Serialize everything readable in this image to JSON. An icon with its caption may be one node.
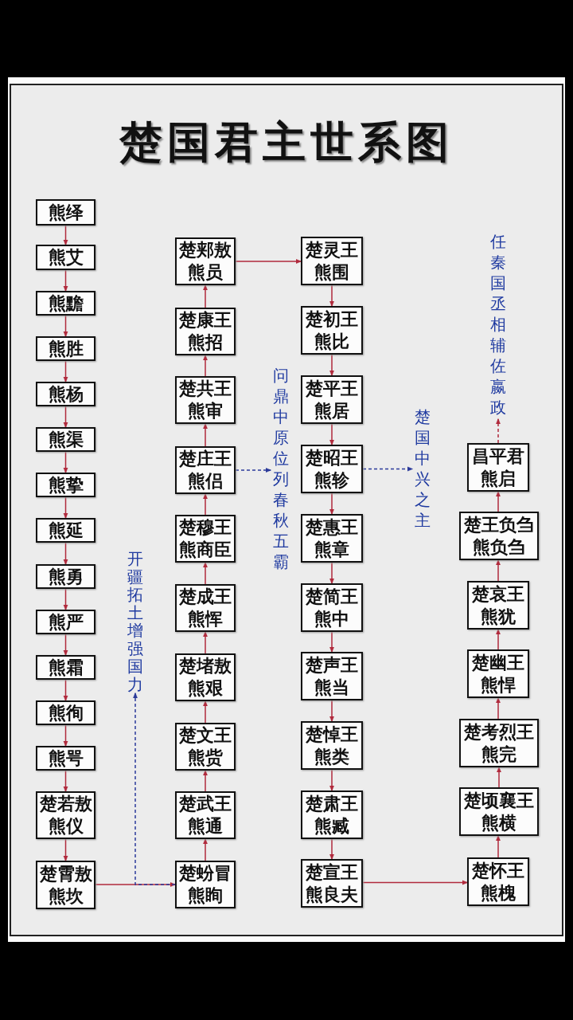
{
  "diagram": {
    "title": "楚国君主世系图",
    "nodes": [
      {
        "text": [
          "熊绎"
        ]
      },
      {
        "text": [
          "熊艾"
        ]
      },
      {
        "text": [
          "熊黵"
        ]
      },
      {
        "text": [
          "熊胜"
        ]
      },
      {
        "text": [
          "熊杨"
        ]
      },
      {
        "text": [
          "熊渠"
        ]
      },
      {
        "text": [
          "熊挚"
        ]
      },
      {
        "text": [
          "熊延"
        ]
      },
      {
        "text": [
          "熊勇"
        ]
      },
      {
        "text": [
          "熊严"
        ]
      },
      {
        "text": [
          "熊霜"
        ]
      },
      {
        "text": [
          "熊徇"
        ]
      },
      {
        "text": [
          "熊咢"
        ]
      },
      {
        "text": [
          "楚若敖",
          "熊仪"
        ]
      },
      {
        "text": [
          "楚霄敖",
          "熊坎"
        ]
      },
      {
        "text": [
          "楚郏敖",
          "熊员"
        ]
      },
      {
        "text": [
          "楚康王",
          "熊招"
        ]
      },
      {
        "text": [
          "楚共王",
          "熊审"
        ]
      },
      {
        "text": [
          "楚庄王",
          "熊侣"
        ]
      },
      {
        "text": [
          "楚穆王",
          "熊商臣"
        ]
      },
      {
        "text": [
          "楚成王",
          "熊恽"
        ]
      },
      {
        "text": [
          "楚堵敖",
          "熊艰"
        ]
      },
      {
        "text": [
          "楚文王",
          "熊赀"
        ]
      },
      {
        "text": [
          "楚武王",
          "熊通"
        ]
      },
      {
        "text": [
          "楚蚡冒",
          "熊眴"
        ]
      },
      {
        "text": [
          "开疆拓土增强国力"
        ]
      },
      {
        "text": [
          "问鼎中原位列春秋五霸"
        ]
      },
      {
        "text": [
          "楚灵王",
          "熊围"
        ]
      },
      {
        "text": [
          "楚初王",
          "熊比"
        ]
      },
      {
        "text": [
          "楚平王",
          "熊居"
        ]
      },
      {
        "text": [
          "楚昭王",
          "熊轸"
        ]
      },
      {
        "text": [
          "楚惠王",
          "熊章"
        ]
      },
      {
        "text": [
          "楚简王",
          "熊中"
        ]
      },
      {
        "text": [
          "楚声王",
          "熊当"
        ]
      },
      {
        "text": [
          "楚悼王",
          "熊类"
        ]
      },
      {
        "text": [
          "楚肃王",
          "熊臧"
        ]
      },
      {
        "text": [
          "楚宣王",
          "熊良夫"
        ]
      },
      {
        "text": [
          "楚国中兴之主"
        ]
      },
      {
        "text": [
          "任秦国丞相辅佐嬴政"
        ]
      },
      {
        "text": [
          "昌平君",
          "熊启"
        ]
      },
      {
        "text": [
          "楚王负刍",
          "熊负刍"
        ]
      },
      {
        "text": [
          "楚哀王",
          "熊犹"
        ]
      },
      {
        "text": [
          "楚幽王",
          "熊悍"
        ]
      },
      {
        "text": [
          "楚考烈王",
          "熊完"
        ]
      },
      {
        "text": [
          "楚顷襄王",
          "熊横"
        ]
      },
      {
        "text": [
          "楚怀王",
          "熊槐"
        ]
      }
    ],
    "edges": [
      {
        "from": 0,
        "to": 1,
        "arrow": "to"
      },
      {
        "from": 1,
        "to": 2,
        "arrow": "to"
      },
      {
        "from": 2,
        "to": 3,
        "arrow": "to"
      },
      {
        "from": 3,
        "to": 4,
        "arrow": "to"
      },
      {
        "from": 4,
        "to": 5,
        "arrow": "to"
      },
      {
        "from": 5,
        "to": 6,
        "arrow": "to"
      },
      {
        "from": 6,
        "to": 7,
        "arrow": "to"
      },
      {
        "from": 7,
        "to": 8,
        "arrow": "to"
      },
      {
        "from": 8,
        "to": 9,
        "arrow": "to"
      },
      {
        "from": 9,
        "to": 10,
        "arrow": "to"
      },
      {
        "from": 10,
        "to": 11,
        "arrow": "to"
      },
      {
        "from": 11,
        "to": 12,
        "arrow": "to"
      },
      {
        "from": 12,
        "to": 13,
        "arrow": "to"
      },
      {
        "from": 13,
        "to": 14,
        "arrow": "to"
      },
      {
        "from": 14,
        "to": 24,
        "arrow": "to"
      },
      {
        "from": 24,
        "to": 23,
        "arrow": "to"
      },
      {
        "from": 23,
        "to": 22,
        "arrow": "to"
      },
      {
        "from": 22,
        "to": 21,
        "arrow": "to"
      },
      {
        "from": 21,
        "to": 20,
        "arrow": "to"
      },
      {
        "from": 20,
        "to": 19,
        "arrow": "to"
      },
      {
        "from": 19,
        "to": 18,
        "arrow": "to"
      },
      {
        "from": 18,
        "to": 17,
        "arrow": "to"
      },
      {
        "from": 17,
        "to": 16,
        "arrow": "to"
      },
      {
        "from": 16,
        "to": 15,
        "arrow": "to"
      },
      {
        "from": 15,
        "to": 27,
        "arrow": "to"
      },
      {
        "from": 27,
        "to": 28,
        "arrow": "to"
      },
      {
        "from": 28,
        "to": 29,
        "arrow": "to"
      },
      {
        "from": 29,
        "to": 30,
        "arrow": "to"
      },
      {
        "from": 30,
        "to": 31,
        "arrow": "to"
      },
      {
        "from": 31,
        "to": 32,
        "arrow": "to"
      },
      {
        "from": 32,
        "to": 33,
        "arrow": "to"
      },
      {
        "from": 33,
        "to": 34,
        "arrow": "to"
      },
      {
        "from": 34,
        "to": 35,
        "arrow": "to"
      },
      {
        "from": 35,
        "to": 36,
        "arrow": "to"
      },
      {
        "from": 36,
        "to": 45,
        "arrow": "to"
      },
      {
        "from": 45,
        "to": 44,
        "arrow": "to"
      },
      {
        "from": 44,
        "to": 43,
        "arrow": "to"
      },
      {
        "from": 43,
        "to": 42,
        "arrow": "to"
      },
      {
        "from": 42,
        "to": 41,
        "arrow": "to"
      },
      {
        "from": 41,
        "to": 40,
        "arrow": "to"
      },
      {
        "from": 40,
        "to": 39,
        "arrow": "to"
      },
      {
        "from": 24,
        "to": 25,
        "arrow": "to",
        "style": "dashed",
        "color": "#2b3a9a"
      },
      {
        "from": 18,
        "to": 26,
        "arrow": "to",
        "style": "dashed",
        "color": "#2b3a9a"
      },
      {
        "from": 30,
        "to": 37,
        "arrow": "to",
        "style": "dashed",
        "color": "#2b3a9a"
      },
      {
        "from": 39,
        "to": 38,
        "arrow": "to",
        "style": "dashed"
      }
    ]
  }
}
